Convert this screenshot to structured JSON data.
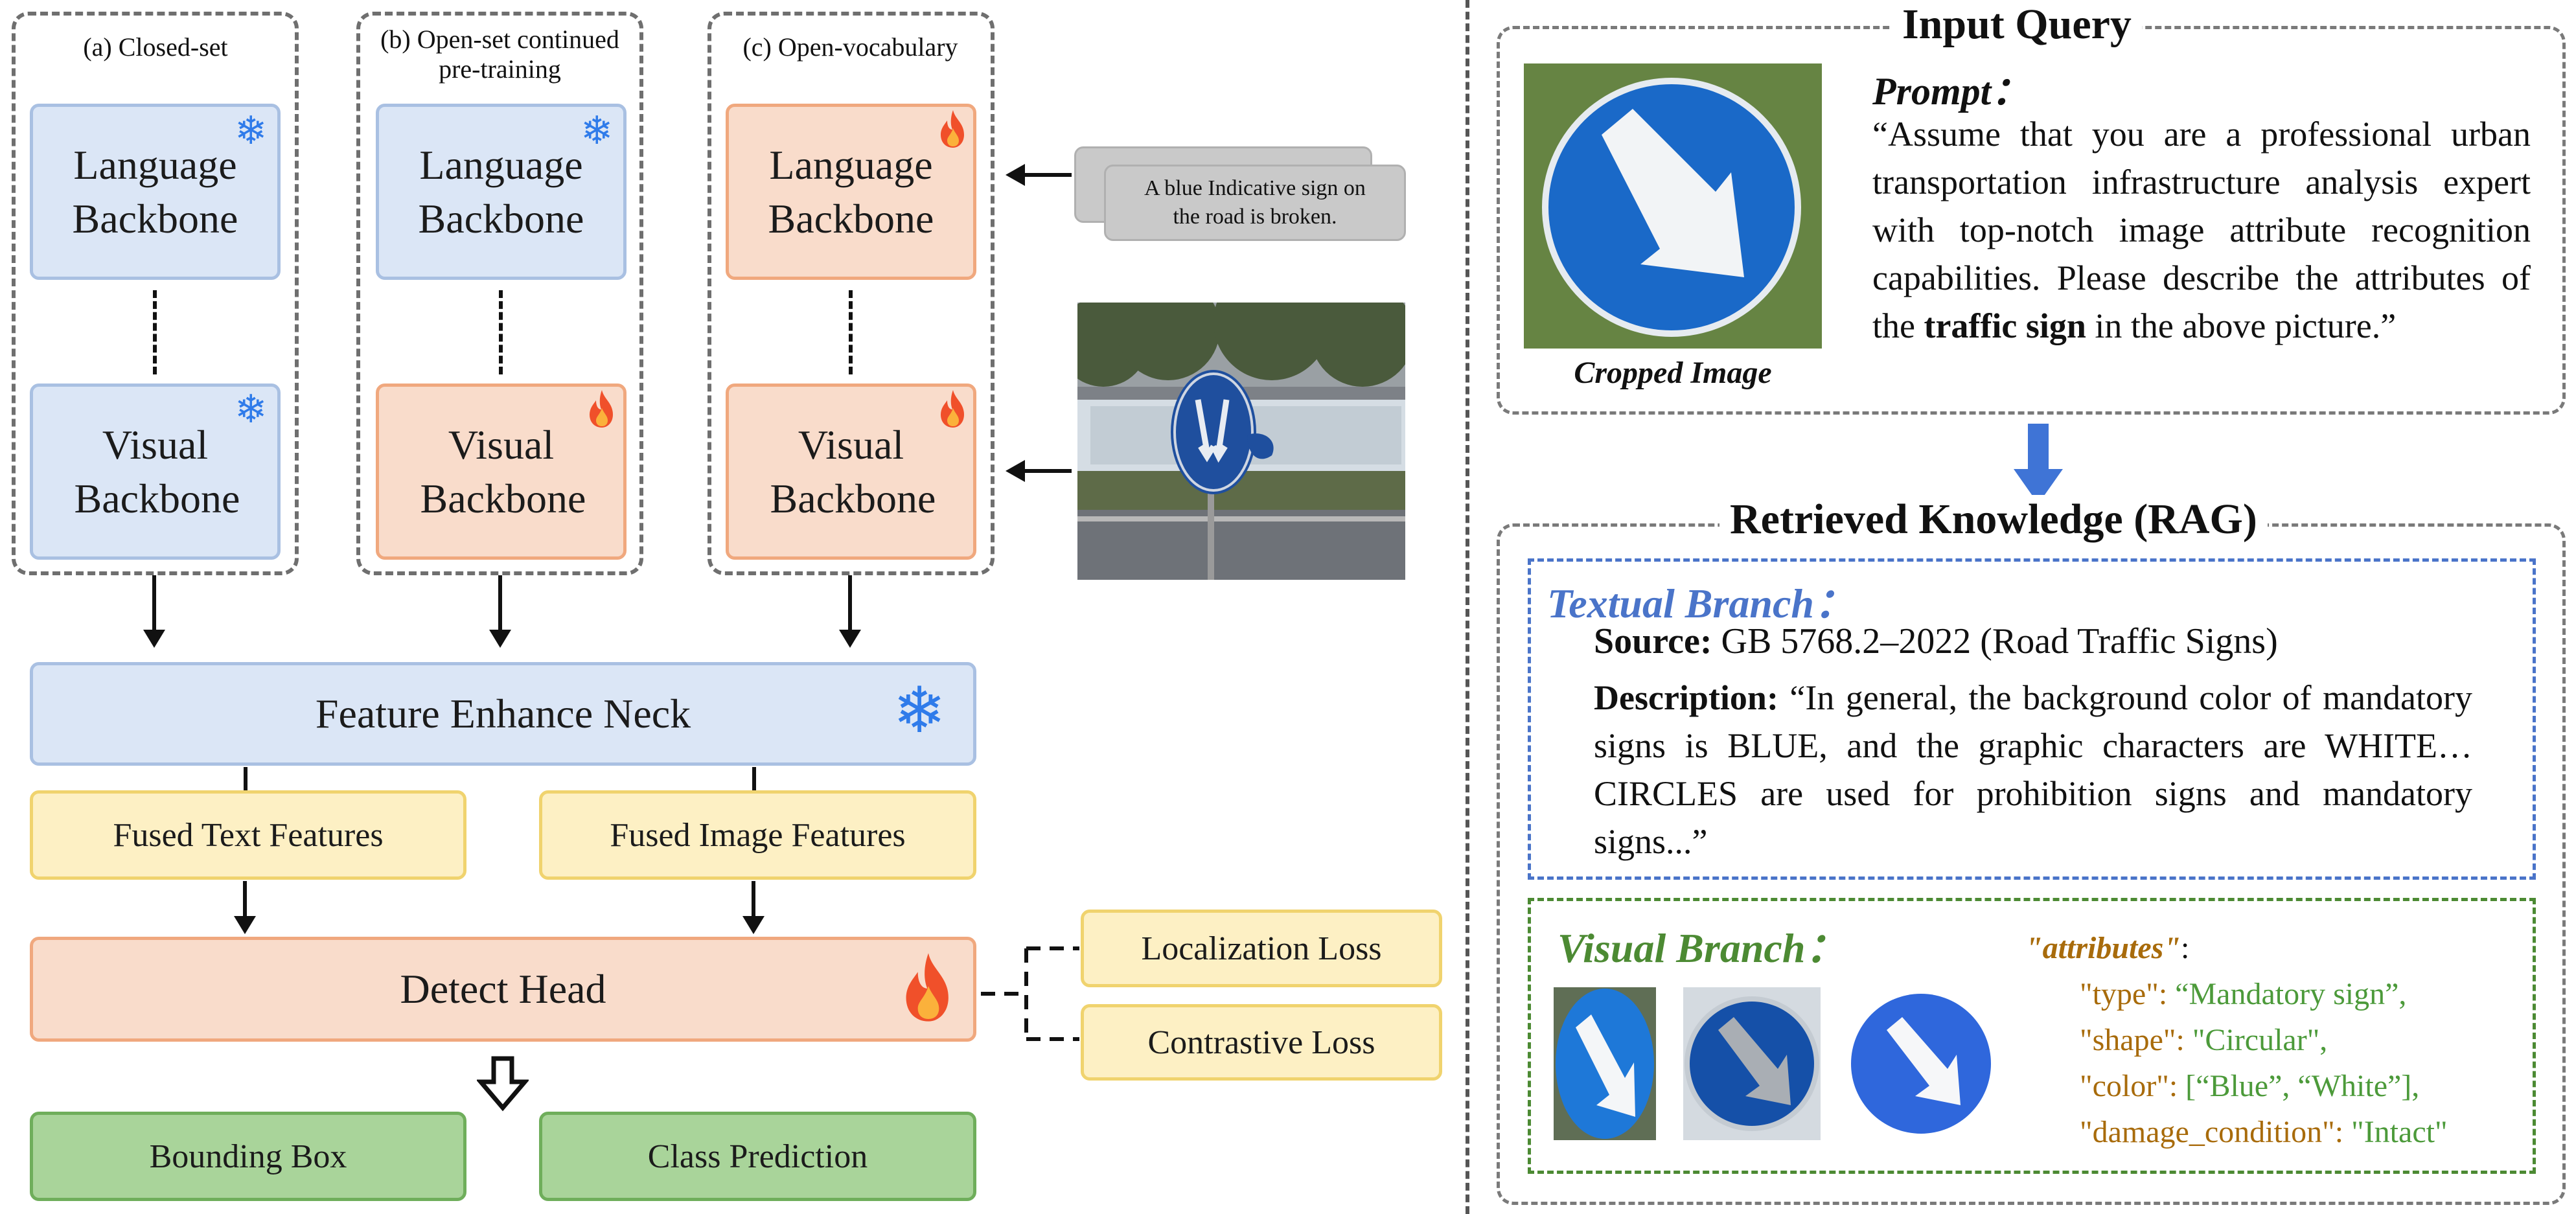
{
  "left": {
    "groups": [
      {
        "title": "(a) Closed-set",
        "language": "Language Backbone",
        "visual": "Visual Backbone",
        "language_state": "frozen",
        "visual_state": "frozen"
      },
      {
        "title": "(b) Open-set continued pre-training",
        "language": "Language Backbone",
        "visual": "Visual Backbone",
        "language_state": "frozen",
        "visual_state": "trainable"
      },
      {
        "title": "(c) Open-vocabulary",
        "language": "Language Backbone",
        "visual": "Visual Backbone",
        "language_state": "trainable",
        "visual_state": "trainable"
      }
    ],
    "text_input": "A blue Indicative sign on the road is broken.",
    "neck": "Feature Enhance Neck",
    "fused_text": "Fused Text Features",
    "fused_image": "Fused Image Features",
    "head": "Detect Head",
    "losses": [
      "Localization Loss",
      "Contrastive Loss"
    ],
    "outputs": [
      "Bounding Box",
      "Class Prediction"
    ]
  },
  "right": {
    "query_title": "Input Query",
    "prompt_label": "Prompt：",
    "prompt_text": "“Assume that you are a professional urban transportation infrastructure analysis expert with top-notch image attribute recognition capabilities. Please describe the attributes of the",
    "prompt_bold": "traffic sign",
    "prompt_tail": "in the above picture.”",
    "cropped_caption": "Cropped Image",
    "rag_title": "Retrieved Knowledge (RAG)",
    "textual_label": "Textual Branch：",
    "source_label": "Source:",
    "source_value": "GB 5768.2–2022 (Road Traffic Signs)",
    "description_label": "Description:",
    "description_value": "“In general, the background color of mandatory signs is BLUE, and the graphic characters are WHITE… CIRCLES are used for prohibition signs and mandatory signs...”",
    "visual_label": "Visual Branch：",
    "attributes_key": "\"attributes\"",
    "attributes": [
      {
        "key": "\"type\"",
        "value": "“Mandatory sign”,"
      },
      {
        "key": "\"shape\"",
        "value": "\"Circular\","
      },
      {
        "key": "\"color\"",
        "value": "[“Blue”, “White”],"
      },
      {
        "key": "\"damage_condition\"",
        "value": "\"Intact\""
      }
    ]
  },
  "colors": {
    "frozen_icon": "#2f7bea",
    "fire": "#f0502a",
    "textual_label": "#4a74c9",
    "visual_label": "#4c8a33"
  }
}
